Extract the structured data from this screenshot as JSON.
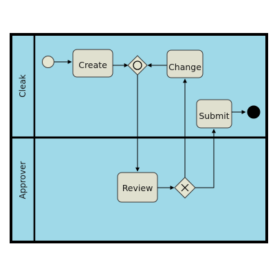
{
  "diagram": {
    "lanes": [
      {
        "id": "lane-cleak",
        "label": "Cleak"
      },
      {
        "id": "lane-approver",
        "label": "Approver"
      }
    ],
    "tasks": [
      {
        "id": "create",
        "label": "Create"
      },
      {
        "id": "change",
        "label": "Change"
      },
      {
        "id": "submit",
        "label": "Submit"
      },
      {
        "id": "review",
        "label": "Review"
      }
    ],
    "gateways": [
      {
        "id": "merge-gateway",
        "kind": "inclusive-merge"
      },
      {
        "id": "decision-gateway",
        "kind": "exclusive-decision"
      }
    ],
    "events": [
      {
        "id": "start-event",
        "kind": "start"
      },
      {
        "id": "end-event",
        "kind": "end"
      }
    ],
    "colors": {
      "pool_fill": "#9fd9e8",
      "task_fill": "#e0e0cf",
      "border": "#000000",
      "start_fill": "#e6e6d2",
      "end_fill": "#000000"
    }
  }
}
